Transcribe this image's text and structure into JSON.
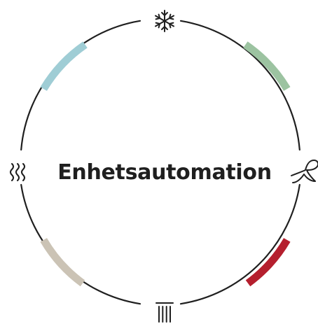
{
  "diagram": {
    "title": "Enhetsautomation",
    "ring_color": "#1f1f1f",
    "segments": [
      {
        "name": "cooling-segment",
        "color": "#9fcdd5"
      },
      {
        "name": "ventilation-segment",
        "color": "#9cc3a1"
      },
      {
        "name": "heating-segment",
        "color": "#b51f2e"
      },
      {
        "name": "radiator-segment",
        "color": "#cbc3b5"
      }
    ],
    "icons": [
      {
        "name": "snowflake-icon",
        "position": "top"
      },
      {
        "name": "fan-icon",
        "position": "right"
      },
      {
        "name": "radiator-icon",
        "position": "bottom"
      },
      {
        "name": "heat-waves-icon",
        "position": "left"
      }
    ]
  }
}
